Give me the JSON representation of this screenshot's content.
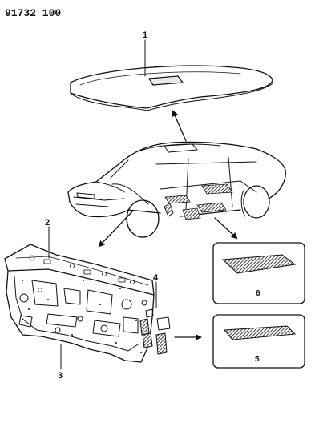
{
  "header": {
    "part_code": "91732 100"
  },
  "callouts": [
    {
      "id": "callout-1",
      "label": "1"
    },
    {
      "id": "callout-2",
      "label": "2"
    },
    {
      "id": "callout-3",
      "label": "3"
    },
    {
      "id": "callout-4",
      "label": "4"
    },
    {
      "id": "callout-5",
      "label": "5"
    },
    {
      "id": "callout-6",
      "label": "6"
    }
  ],
  "colors": {
    "ink": "#111111",
    "paper": "#ffffff"
  }
}
